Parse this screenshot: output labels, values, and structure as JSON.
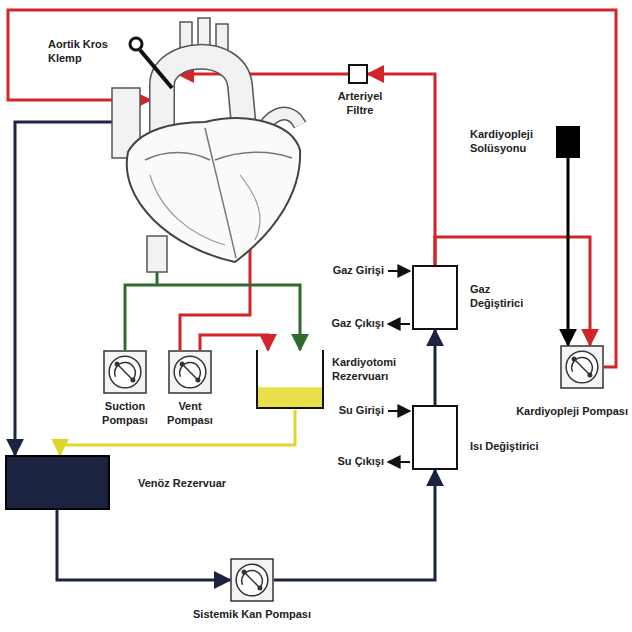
{
  "diagram": {
    "nodes": [
      {
        "text": [
          "Arteriyel Filtre"
        ]
      },
      {
        "text": [
          "Kardiyopleji Solüsyonu"
        ]
      },
      {
        "text": [
          "Gaz Değiştirici"
        ]
      },
      {
        "text": [
          "Kardiyotomi Rezervuarı"
        ]
      },
      {
        "text": [
          "Isı Değiştirici"
        ]
      },
      {
        "text": [
          "Suction Pompası"
        ]
      },
      {
        "text": [
          "Vent Pompası"
        ]
      },
      {
        "text": [
          "Venöz Rezervuar"
        ]
      },
      {
        "text": [
          "Kardiyopleji Pompası"
        ]
      },
      {
        "text": [
          "Sistemik Kan Pompası"
        ]
      }
    ],
    "edges": [
      {
        "from": 7,
        "to": 9,
        "arrow": "to"
      },
      {
        "from": 9,
        "to": 4,
        "arrow": "to"
      },
      {
        "from": 4,
        "to": 2,
        "arrow": "to"
      },
      {
        "from": 2,
        "to": 0,
        "arrow": "to"
      },
      {
        "from": 2,
        "to": 8,
        "arrow": "to"
      },
      {
        "from": 1,
        "to": 8,
        "arrow": "to"
      },
      {
        "from": 5,
        "to": 3,
        "arrow": "to"
      },
      {
        "from": 6,
        "to": 3,
        "arrow": "to"
      },
      {
        "from": 3,
        "to": 7,
        "arrow": "to"
      }
    ],
    "labels": [
      "Aortik Kros Klemp",
      "Gaz Girişi",
      "Gaz Çıkışı",
      "Su Girişi",
      "Su Çıkışı"
    ]
  }
}
